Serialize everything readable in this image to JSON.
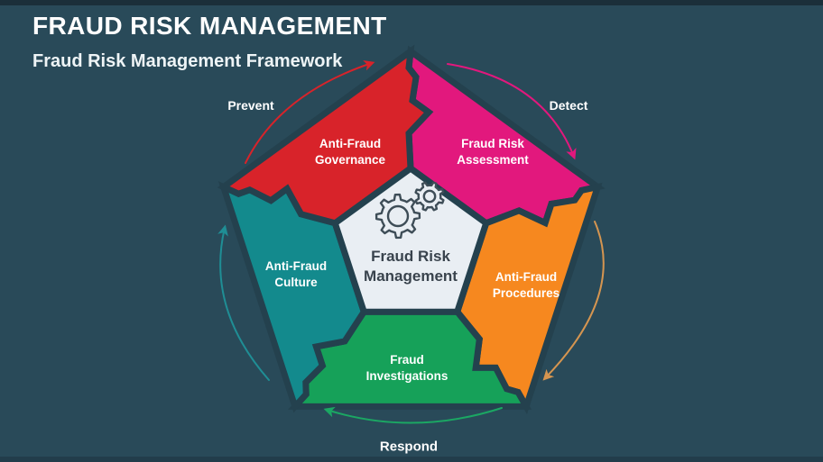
{
  "slide": {
    "title": "FRAUD RISK MANAGEMENT",
    "subtitle": "Fraud Risk Management Framework",
    "background_color": "#294a59",
    "top_strip_color": "#1b2f3a",
    "bottom_strip_color": "#223d4b"
  },
  "diagram": {
    "stroke_color": "#24414e",
    "center": {
      "label_line1": "Fraud Risk",
      "label_line2": "Management",
      "fill": "#e9eef3",
      "text_color": "#39434d",
      "icon": "gears-icon",
      "gear_stroke": "#3e4d57"
    },
    "segments": [
      {
        "name": "fraud-risk-assessment",
        "label_line1": "Fraud Risk",
        "label_line2": "Assessment",
        "color": "#e2187d"
      },
      {
        "name": "anti-fraud-procedures",
        "label_line1": "Anti-Fraud",
        "label_line2": "Procedures",
        "color": "#f6881f"
      },
      {
        "name": "fraud-investigations",
        "label_line1": "Fraud",
        "label_line2": "Investigations",
        "color": "#16a159"
      },
      {
        "name": "anti-fraud-culture",
        "label_line1": "Anti-Fraud",
        "label_line2": "Culture",
        "color": "#138a8d"
      },
      {
        "name": "anti-fraud-governance",
        "label_line1": "Anti-Fraud",
        "label_line2": "Governance",
        "color": "#d8232a"
      }
    ],
    "phases": [
      {
        "name": "prevent",
        "text": "Prevent"
      },
      {
        "name": "detect",
        "text": "Detect"
      },
      {
        "name": "respond",
        "text": "Respond"
      }
    ],
    "arrows": [
      {
        "name": "prevent-arrow",
        "color": "#d8232a"
      },
      {
        "name": "detect-arrow",
        "color": "#e2187d"
      },
      {
        "name": "procedures-arrow",
        "color": "#d59550"
      },
      {
        "name": "respond-arrow",
        "color": "#1ba763"
      },
      {
        "name": "culture-arrow",
        "color": "#1f8e95"
      }
    ]
  }
}
